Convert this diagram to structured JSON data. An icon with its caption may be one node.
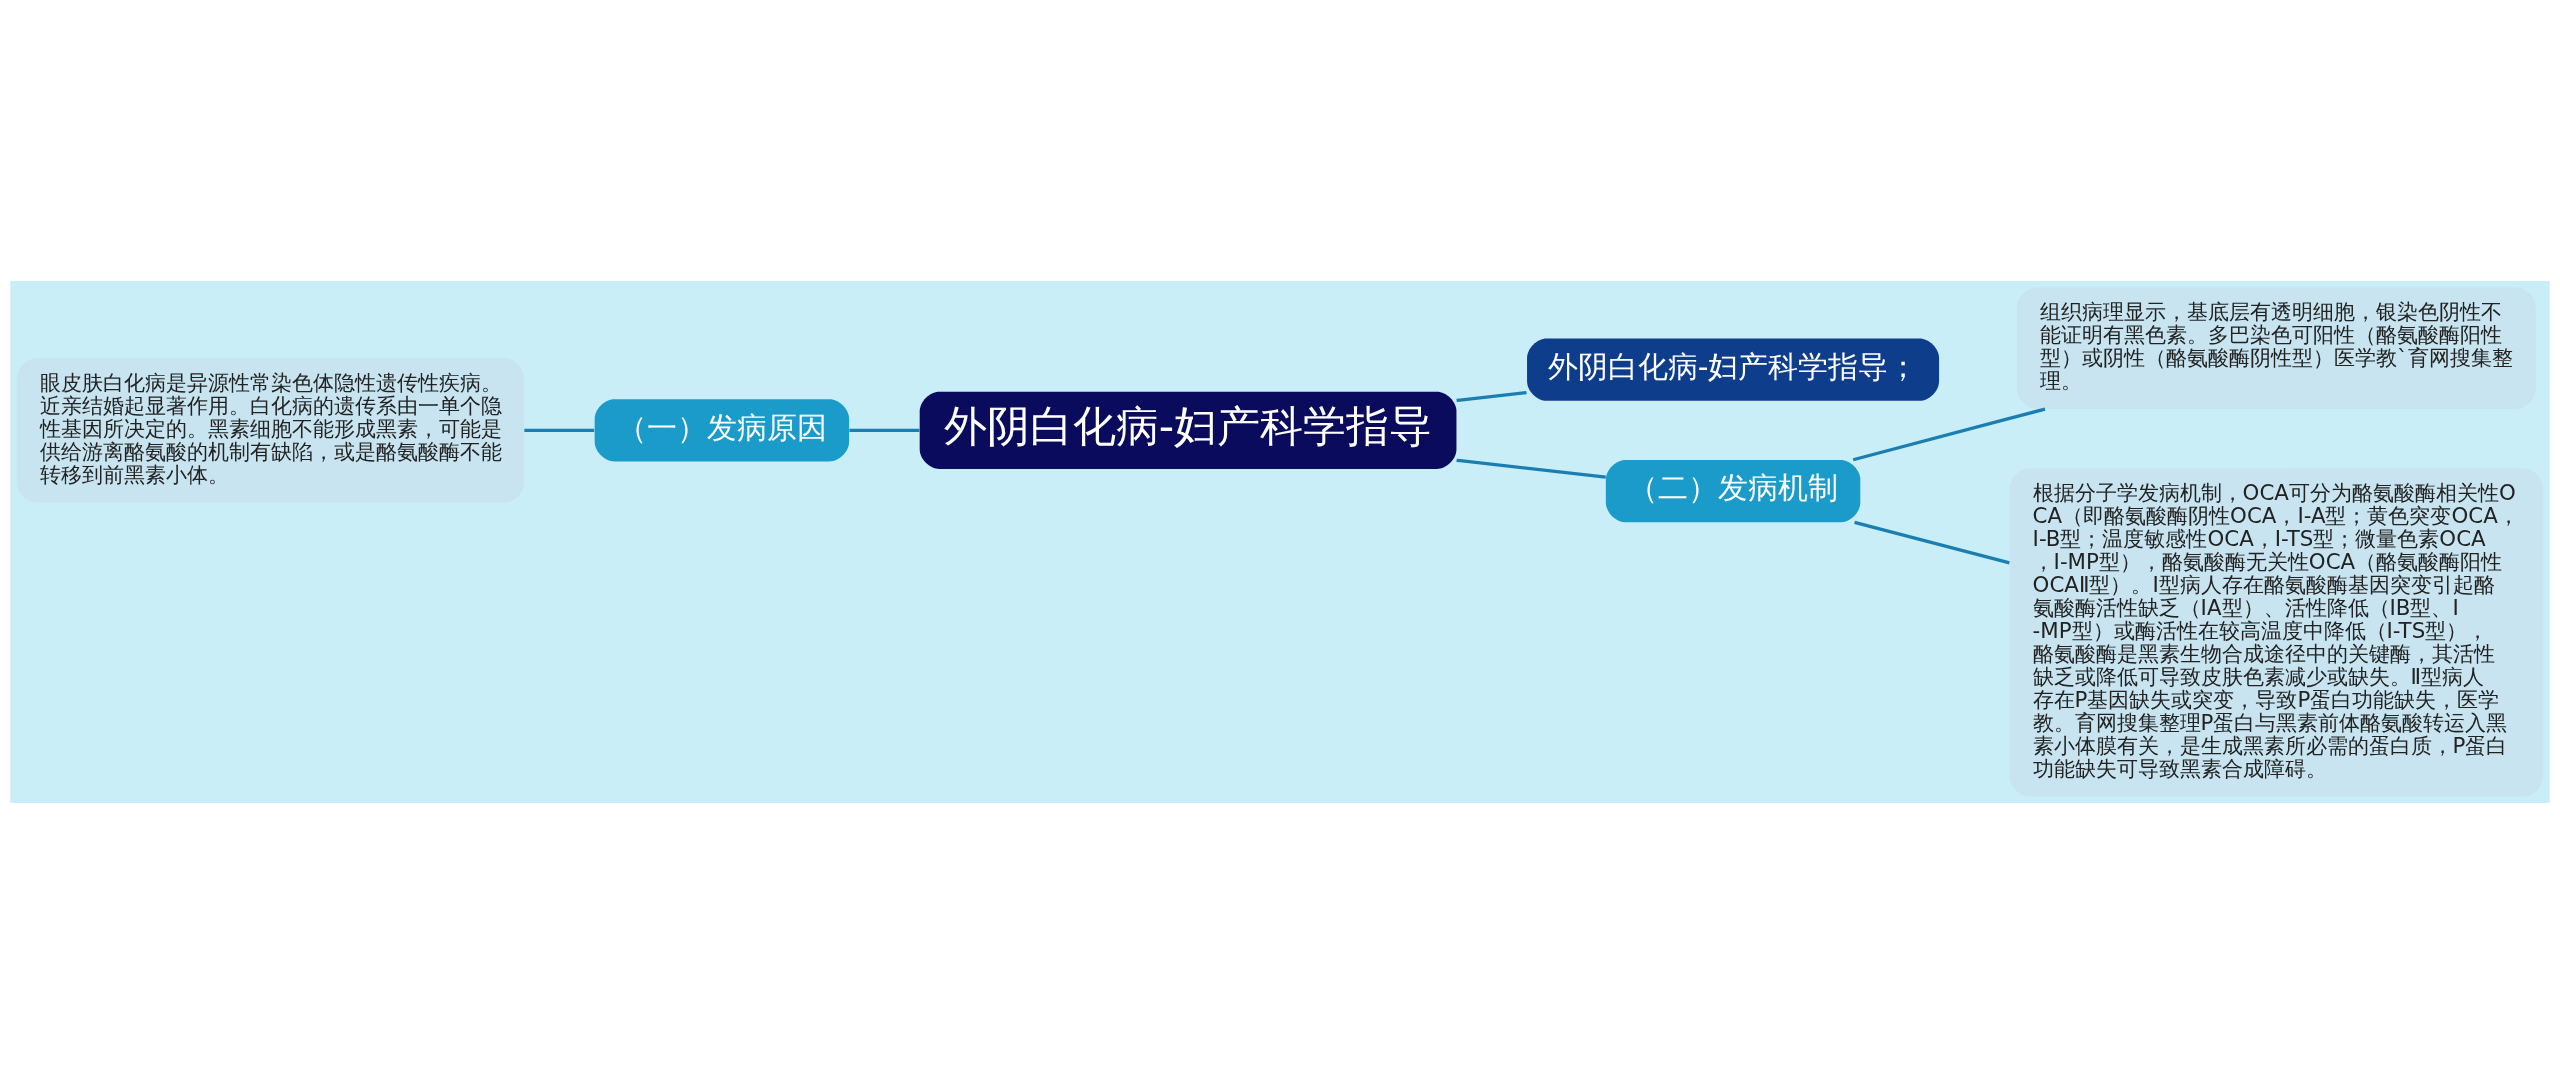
{
  "diagram": {
    "nodes": [
      {
        "text": [
          "外阴白化病-妇产科学指导"
        ]
      },
      {
        "text": [
          "（一）发病原因"
        ]
      },
      {
        "text": [
          "眼皮肤白化病是异源性常染色体隐性遗传性疾病。近亲结婚起显著作用。白化病的遗传系由一单个隐性基因所决定的。黑素细胞不能形成黑素，可能是供给游离酪氨酸的机制有缺陷，或是酪氨酸酶不能转移到前黑素小体。"
        ]
      },
      {
        "text": [
          "外阴白化病-妇产科学指导；"
        ]
      },
      {
        "text": [
          "（二）发病机制"
        ]
      },
      {
        "text": [
          "组织病理显示，基底层有透明细胞，银染色阴性不能证明有黑色素。多巴染色可阳性（酪氨酸酶阳性型）或阴性（酪氨酸酶阴性型）医学教`育网搜集整理。"
        ]
      },
      {
        "text": [
          "根据分子学发病机制，OCA可分为酪氨酸酶相关性OCA（即酪氨酸酶阴性OCA，Ⅰ-A型；黄色突变OCA，Ⅰ-B型；温度敏感性OCA，Ⅰ-TS型；微量色素OCA，Ⅰ-MP型），酪氨酸酶无关性OCA（酪氨酸酶阳性OCAⅡ型）。Ⅰ型病人存在酪氨酸酶基因突变引起酪氨酸酶活性缺乏（ⅠA型）、活性降低（ⅠB型、Ⅰ-MP型）或酶活性在较高温度中降低（Ⅰ-TS型），酪氨酸酶是黑素生物合成途径中的关键酶，其活性缺乏或降低可导致皮肤色素减少或缺失。Ⅱ型病人存在P基因缺失或突变，导致P蛋白功能缺失，医学教。育网搜集整理P蛋白与黑素前体酪氨酸转运入黑素小体膜有关，是生成黑素所必需的蛋白质，P蛋白功能缺失可导致黑素合成障碍。"
        ]
      }
    ],
    "edges": [
      {
        "from": 0,
        "to": 1,
        "arrow": "none"
      },
      {
        "from": 1,
        "to": 2,
        "arrow": "none"
      },
      {
        "from": 0,
        "to": 3,
        "arrow": "none"
      },
      {
        "from": 0,
        "to": 4,
        "arrow": "none"
      },
      {
        "from": 4,
        "to": 5,
        "arrow": "none"
      },
      {
        "from": 4,
        "to": 6,
        "arrow": "none"
      }
    ]
  }
}
